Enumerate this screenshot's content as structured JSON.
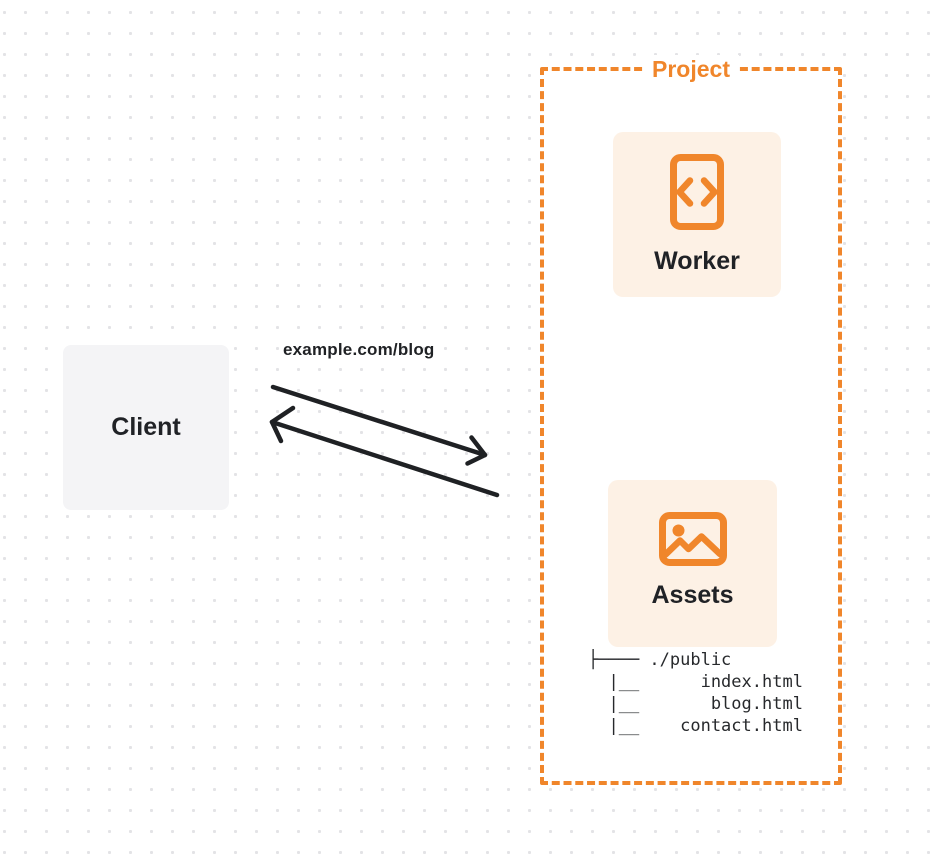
{
  "colors": {
    "accent": "#F0862B",
    "card_bg": "#FDF1E5",
    "client_bg": "#F4F4F6",
    "ink": "#202226",
    "arrow": "#1F2124",
    "dot_grid": "#E3E3E6",
    "page_bg": "#FFFFFF"
  },
  "client": {
    "label": "Client"
  },
  "request_label": "example.com/blog",
  "project": {
    "title": "Project",
    "worker": {
      "label": "Worker",
      "icon": "code-file-icon"
    },
    "assets": {
      "label": "Assets",
      "icon": "image-icon"
    },
    "file_tree": {
      "lines": [
        "├──── ./public",
        "  |__      index.html",
        "  |__       blog.html",
        "  |__    contact.html"
      ]
    }
  }
}
